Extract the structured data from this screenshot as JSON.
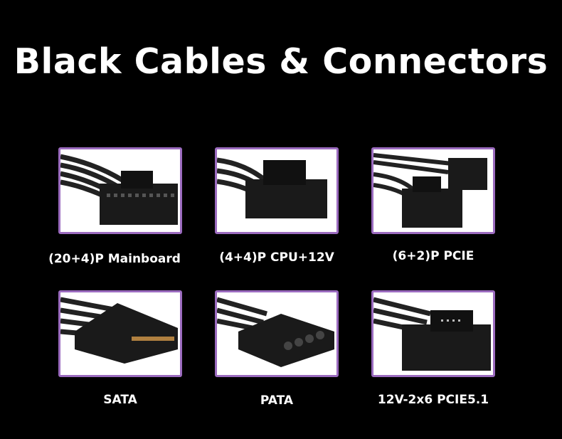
{
  "title": "Black Cables & Connectors",
  "accent_color": "#9b6bbf",
  "connectors": [
    {
      "label": "(20+4)P Mainboard"
    },
    {
      "label": "(4+4)P CPU+12V"
    },
    {
      "label": "(6+2)P PCIE"
    },
    {
      "label": "SATA"
    },
    {
      "label": "PATA"
    },
    {
      "label": "12V-2x6 PCIE5.1"
    }
  ]
}
